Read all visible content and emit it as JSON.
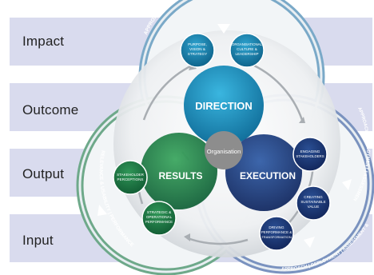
{
  "levels": [
    "Impact",
    "Outcome",
    "Output",
    "Input"
  ],
  "model": {
    "ring_labels": {
      "top": "APPROACH | DEPLOYMENT | ASSESSMENT & REFINEMENT",
      "left": "RELEVANCE & USABILITY | PERFORMANCE",
      "right": "APPROACH | DEPLOYMENT | ASSESSMENT & REFINEMENT",
      "bottom": "APPROACH | DEPLOYMENT | ASSESSMENT & REFINEMENT"
    },
    "main_circles": {
      "direction": "DIRECTION",
      "results": "RESULTS",
      "execution": "EXECUTION",
      "center": "Organisation"
    },
    "criteria": {
      "purpose": [
        "PURPOSE,",
        "VISION &",
        "STRATEGY"
      ],
      "culture": [
        "ORGANISATIONAL",
        "CULTURE &",
        "LEADERSHIP"
      ],
      "engaging": [
        "ENGAGING",
        "STAKEHOLDERS"
      ],
      "creating": [
        "CREATING",
        "SUSTAINABLE",
        "VALUE"
      ],
      "driving": [
        "DRIVING",
        "PERFORMANCE &",
        "TRANSFORMATION"
      ],
      "stakeholder": [
        "STAKEHOLDER",
        "PERCEPTIONS"
      ],
      "strategic": [
        "STRATEGIC &",
        "OPERATIONAL",
        "PERFORMANCE"
      ]
    }
  },
  "colors": {
    "band": "#d9dbee",
    "direction": "#1b87b4",
    "results": "#1f7d4a",
    "execution": "#1c3a7a",
    "center": "#8d8d8d"
  }
}
